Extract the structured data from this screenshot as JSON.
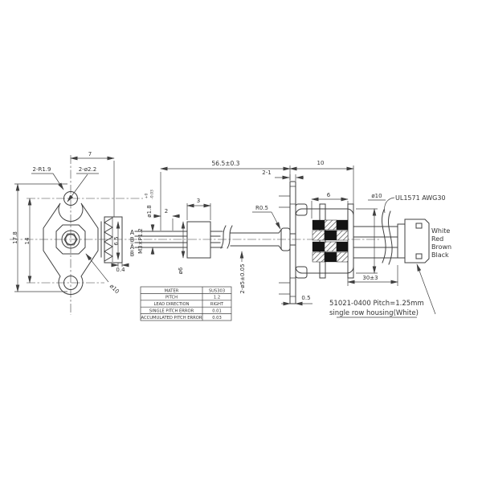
{
  "front_view": {
    "dim_width": "7",
    "dim_height": "17.8",
    "dim_hole_spacing": "14",
    "label_ears": "2-R1.9",
    "label_holes": "2-ø2.2",
    "label_body_dia": "ø10"
  },
  "thread_detail": {
    "dim_length": "6.5",
    "dim_tip_width": "0.4",
    "label_thread": "M3×P1.2",
    "phases": [
      "A",
      "B",
      "A̅",
      "B̅"
    ]
  },
  "shaft_view": {
    "dim_overall": "56.5±0.3",
    "dim_tip_length": "2",
    "dim_collar_width": "3",
    "tip_dia": "ø1.8",
    "tip_tol_upper": "+0",
    "tip_tol_lower": "-0.03",
    "dim_collar_dia": "ø6",
    "label_fillet": "R0.5",
    "dim_plate_slots": "2-1",
    "label_pilot_boss": "2-ø5±0.05",
    "dim_plate_thickness": "0.5"
  },
  "motor_view": {
    "dim_length": "10",
    "dim_stack": "6",
    "dim_body_dia": "ø10",
    "label_wire_spec": "UL1571 AWG30",
    "dim_wire_length": "30±3",
    "wire_colors": [
      "White",
      "Red",
      "Brown",
      "Black"
    ]
  },
  "spec_table": {
    "rows": [
      {
        "label": "MATER",
        "value": "SUS303"
      },
      {
        "label": "PITCH",
        "value": "1.2"
      },
      {
        "label": "LEAD DIRECTION",
        "value": "RIGHT"
      },
      {
        "label": "SINGLE PITCH ERROR",
        "value": "0.01"
      },
      {
        "label": "ACCUMULATED PITCH ERROR",
        "value": "0.03"
      }
    ]
  },
  "connector_note": {
    "line1": "51021-0400 Pitch=1.25mm",
    "line2": "single row housing(White)"
  },
  "colors": {
    "line": "#3f3f3f",
    "text": "#333333",
    "background": "#ffffff"
  }
}
